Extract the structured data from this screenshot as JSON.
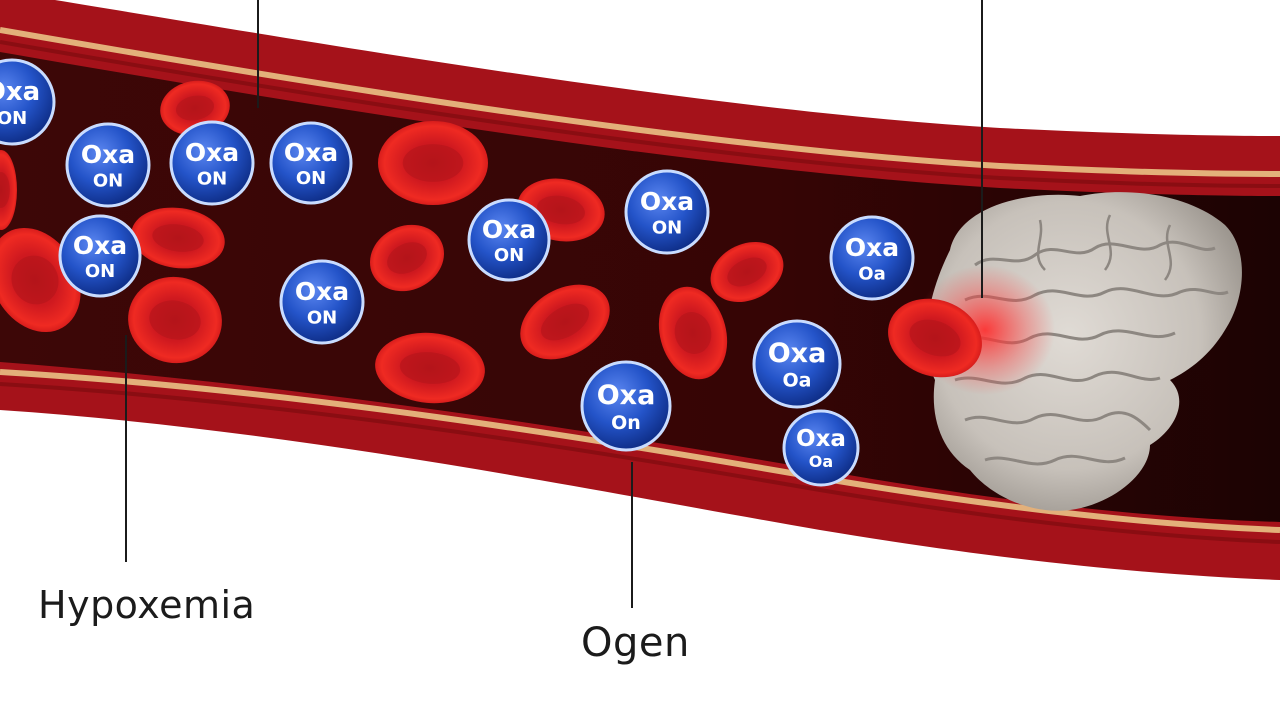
{
  "labels": {
    "hypoxemia": "Hypoxemia",
    "oxygen": "Ogen"
  },
  "oxygen_molecules": [
    {
      "line1": "Oxa",
      "line2": "ON"
    },
    {
      "line1": "Oxa",
      "line2": "ON"
    },
    {
      "line1": "Oxa",
      "line2": "ON"
    },
    {
      "line1": "Oxa",
      "line2": "ON"
    },
    {
      "line1": "Oxa",
      "line2": "ON"
    },
    {
      "line1": "Oxa",
      "line2": "ON"
    },
    {
      "line1": "Oxa",
      "line2": "ON"
    },
    {
      "line1": "Oxa",
      "line2": "ON"
    },
    {
      "line1": "Oxa",
      "line2": "Oa"
    },
    {
      "line1": "Oxa",
      "line2": "Oa"
    },
    {
      "line1": "Oxa",
      "line2": "On"
    },
    {
      "line1": "Oxa",
      "line2": "Oa"
    }
  ],
  "colors": {
    "vessel_outer": "#a5121a",
    "vessel_lumen": "#3a0606",
    "vessel_wall_stripe": "#e3b07a",
    "red_blood_cell": "#e01b1b",
    "oxygen_molecule": "#1f4fbf",
    "brain": "#cfcac4",
    "label_text": "#1b1b1b"
  }
}
